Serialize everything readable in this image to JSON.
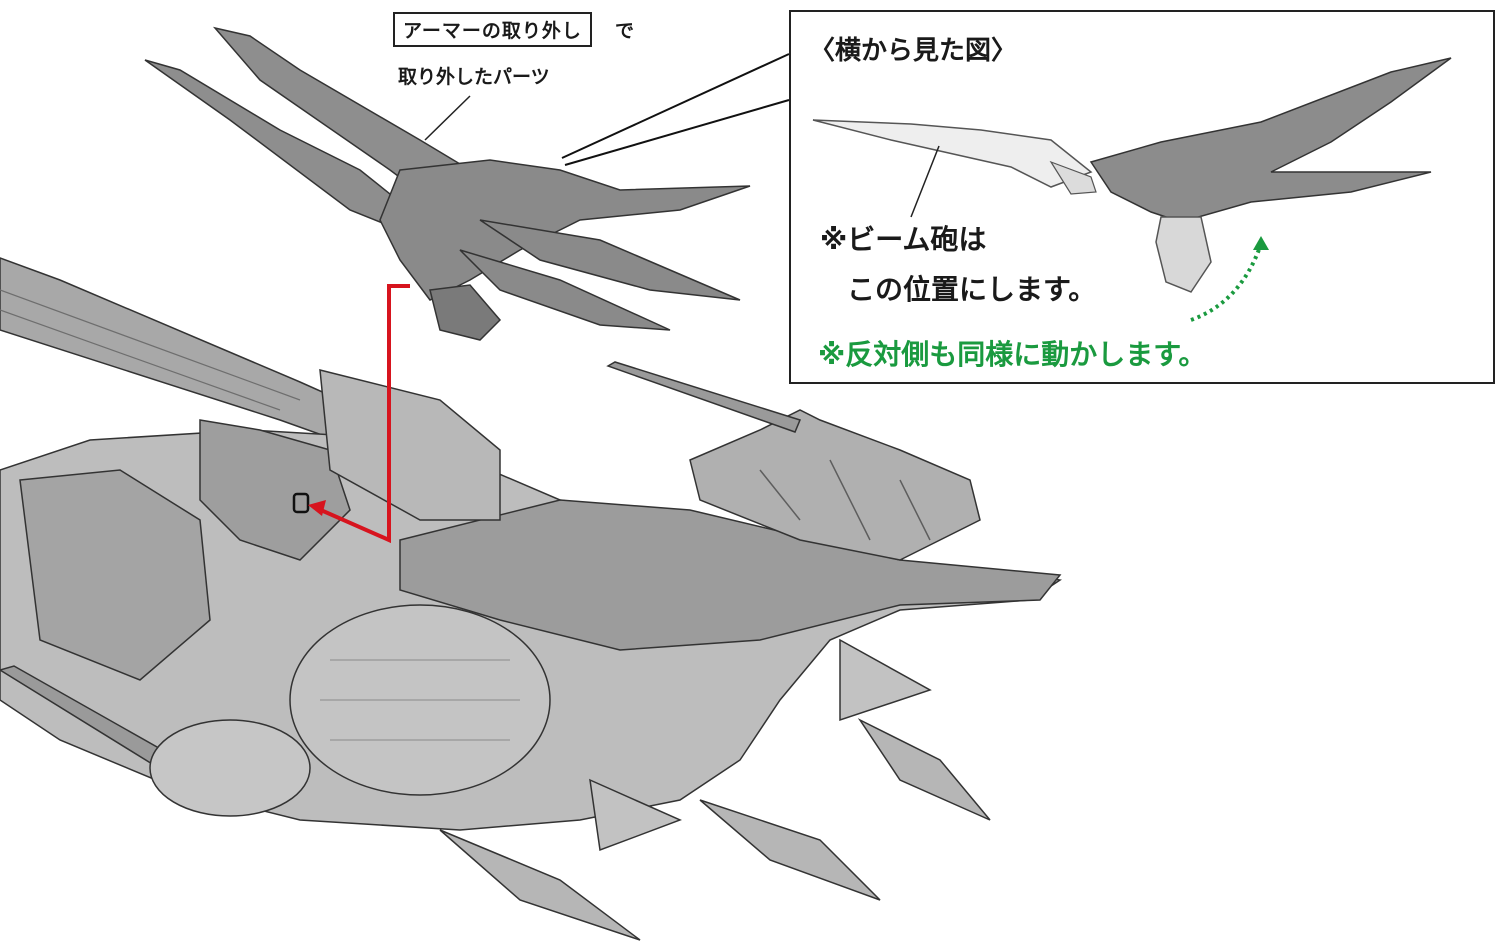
{
  "labels": {
    "removed_armor_tag": "アーマーの取り外し",
    "removed_armor_suffix": "で",
    "removed_parts": "取り外したパーツ",
    "side_view_title": "〈横から見た図〉",
    "beam_cannon_line1": "※ビーム砲は",
    "beam_cannon_line2": "この位置にします。",
    "opposite_side_note": "※反対側も同様に動かします。"
  },
  "colors": {
    "part_gray": "#8a8a8a",
    "ship_gray": "#b9b9b9",
    "ship_shadow": "#7c7c7c",
    "outline": "#333333",
    "arrow_red": "#d7141e",
    "arrow_green": "#1a9a3f"
  }
}
